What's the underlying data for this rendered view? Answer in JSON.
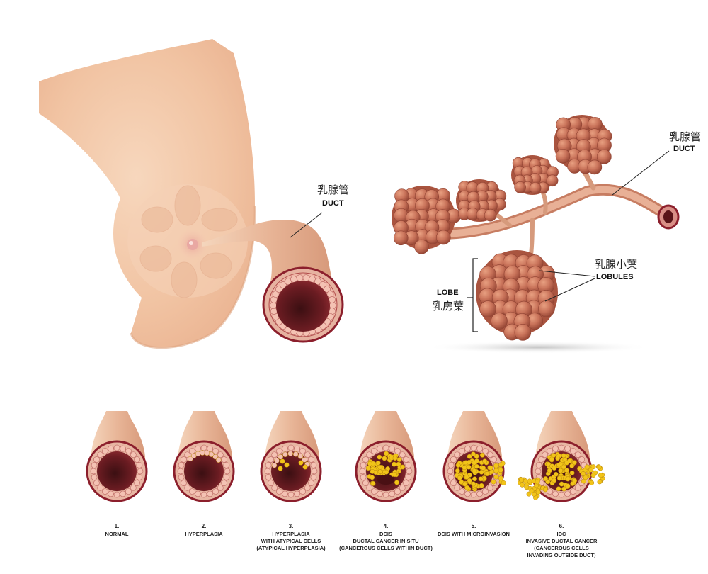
{
  "duct_left": {
    "cn": "乳腺管",
    "en": "DUCT"
  },
  "duct_right": {
    "cn": "乳腺管",
    "en": "DUCT"
  },
  "lobules": {
    "cn": "乳腺小葉",
    "en": "LOBULES"
  },
  "lobe": {
    "en": "LOBE",
    "cn": "乳房葉"
  },
  "stages": [
    {
      "num": "1.",
      "lines": [
        "NORMAL"
      ]
    },
    {
      "num": "2.",
      "lines": [
        "HYPERPLASIA"
      ]
    },
    {
      "num": "3.",
      "lines": [
        "HYPERPLASIA",
        "WITH ATYPICAL CELLS",
        "(ATYPICAL HYPERPLASIA)"
      ]
    },
    {
      "num": "4.",
      "lines": [
        "DCIS",
        "DUCTAL CANCER IN SITU",
        "(CANCEROUS CELLS WITHIN DUCT)"
      ]
    },
    {
      "num": "5.",
      "lines": [
        "DCIS WITH MICROINVASION"
      ]
    },
    {
      "num": "6.",
      "lines": [
        "IDC",
        "INVASIVE DUCTAL CANCER",
        "(CANCEROUS CELLS",
        "INVADING OUTSIDE DUCT)"
      ]
    }
  ],
  "colors": {
    "skin": "#f3c9a8",
    "tissue": "#c9735a",
    "duct_wall": "#8c1f2c",
    "cancer": "#f2c419"
  }
}
